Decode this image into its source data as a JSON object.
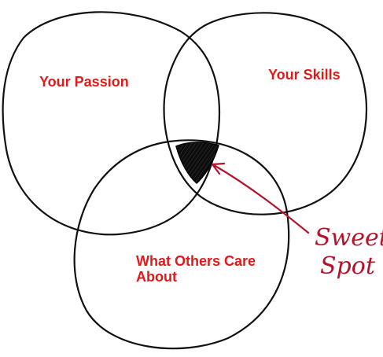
{
  "diagram": {
    "circles": [
      {
        "id": "passion",
        "label": "Your Passion"
      },
      {
        "id": "skills",
        "label": "Your Skills"
      },
      {
        "id": "others",
        "label_line1": "What Others Care",
        "label_line2": "About"
      }
    ],
    "callout": {
      "line1": "Sweet",
      "line2": "Spot"
    },
    "colors": {
      "ink": "#111111",
      "label": "#e01a1a",
      "callout": "#b5122c",
      "fill_intersection": "#0d0d0d"
    }
  }
}
